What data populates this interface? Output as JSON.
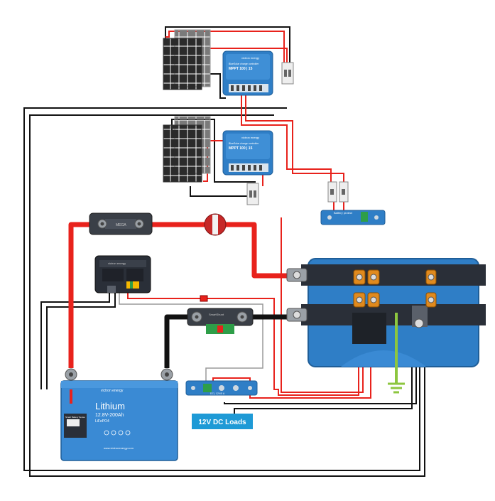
{
  "colors": {
    "positive": "#e8221c",
    "negative": "#111111",
    "ground": "#8dc63f",
    "victron_blue": "#2f7ec6",
    "inverter_dark": "#2a2f38",
    "solar_cell": "#2b2b2b",
    "loads_label_bg": "#1e9ad6"
  },
  "mppt_top": {
    "brand": "victron energy",
    "product": "BlueSolar charge controller",
    "model": "MPPT 100 | 15"
  },
  "mppt_bottom": {
    "brand": "victron energy",
    "product": "BlueSolar charge controller",
    "model": "MPPT 100 | 15"
  },
  "battery": {
    "brand": "victron energy",
    "name": "Lithium",
    "spec": "12.8V-200Ah",
    "chem": "LiFePO4",
    "website": "www.victronenergy.com",
    "bms_label": "Smart Battery Sense"
  },
  "fuse_holder_top": {
    "label": "MEGA"
  },
  "battery_protect": {
    "label": "Battery protect"
  },
  "smart_shunt": {
    "label": "SmartShunt"
  },
  "busbar_label": "DC | 12V/5 A",
  "loads_label": "12V DC Loads",
  "bmv": {
    "brand": "victron energy"
  },
  "icons": [
    "solar-panel-icon",
    "breaker-icon",
    "battery-switch-icon",
    "ground-icon",
    "fuse-icon"
  ]
}
